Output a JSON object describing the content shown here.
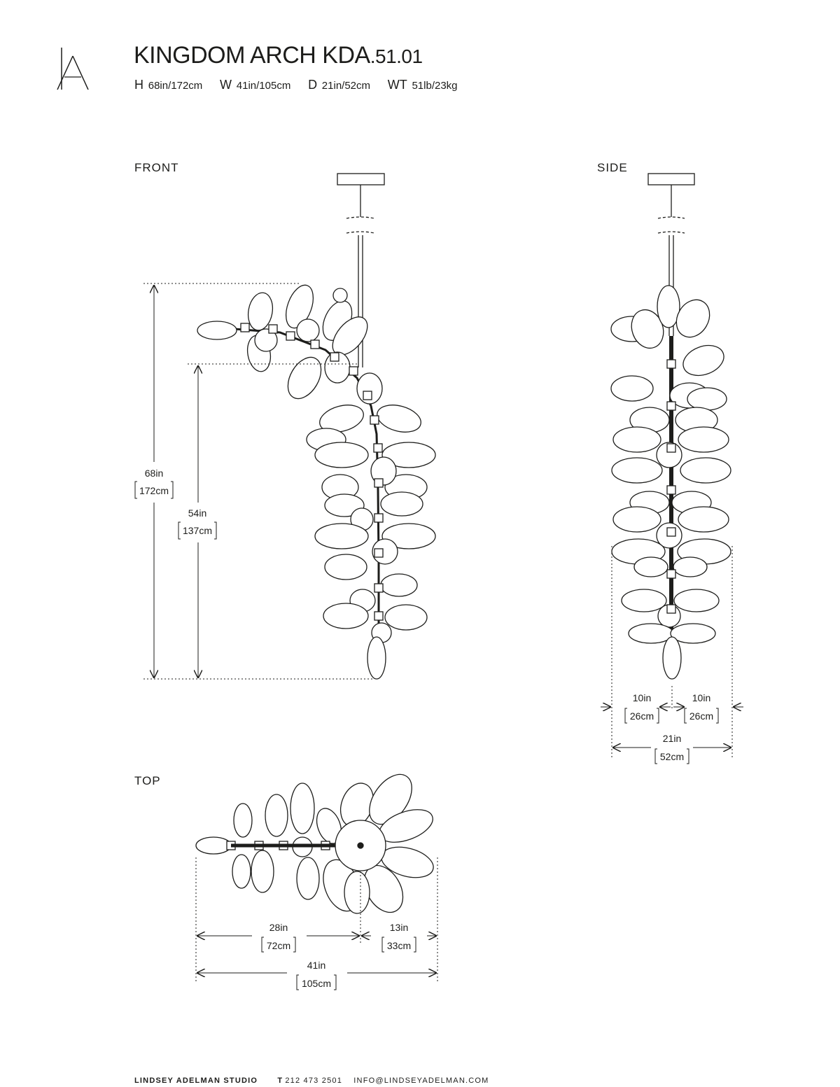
{
  "header": {
    "title": "KINGDOM ARCH KDA",
    "code": ".51.01",
    "specs": [
      {
        "key": "H",
        "value": "68in/172cm"
      },
      {
        "key": "W",
        "value": "41in/105cm"
      },
      {
        "key": "D",
        "value": "21in/52cm"
      },
      {
        "key": "WT",
        "value": "51lb/23kg"
      }
    ]
  },
  "views": {
    "front": "FRONT",
    "side": "SIDE",
    "top": "TOP"
  },
  "dimensions": {
    "front_total_in": "68in",
    "front_total_cm": "172cm",
    "front_body_in": "54in",
    "front_body_cm": "137cm",
    "side_left_in": "10in",
    "side_left_cm": "26cm",
    "side_right_in": "10in",
    "side_right_cm": "26cm",
    "side_total_in": "21in",
    "side_total_cm": "52cm",
    "top_left_in": "28in",
    "top_left_cm": "72cm",
    "top_right_in": "13in",
    "top_right_cm": "33cm",
    "top_total_in": "41in",
    "top_total_cm": "105cm"
  },
  "footer": {
    "studio": "LINDSEY ADELMAN STUDIO",
    "phone_prefix": "T",
    "phone": "212 473 2501",
    "email": "INFO@LINDSEYADELMAN.COM"
  },
  "colors": {
    "ink": "#1d1d1b",
    "paper": "#ffffff"
  }
}
